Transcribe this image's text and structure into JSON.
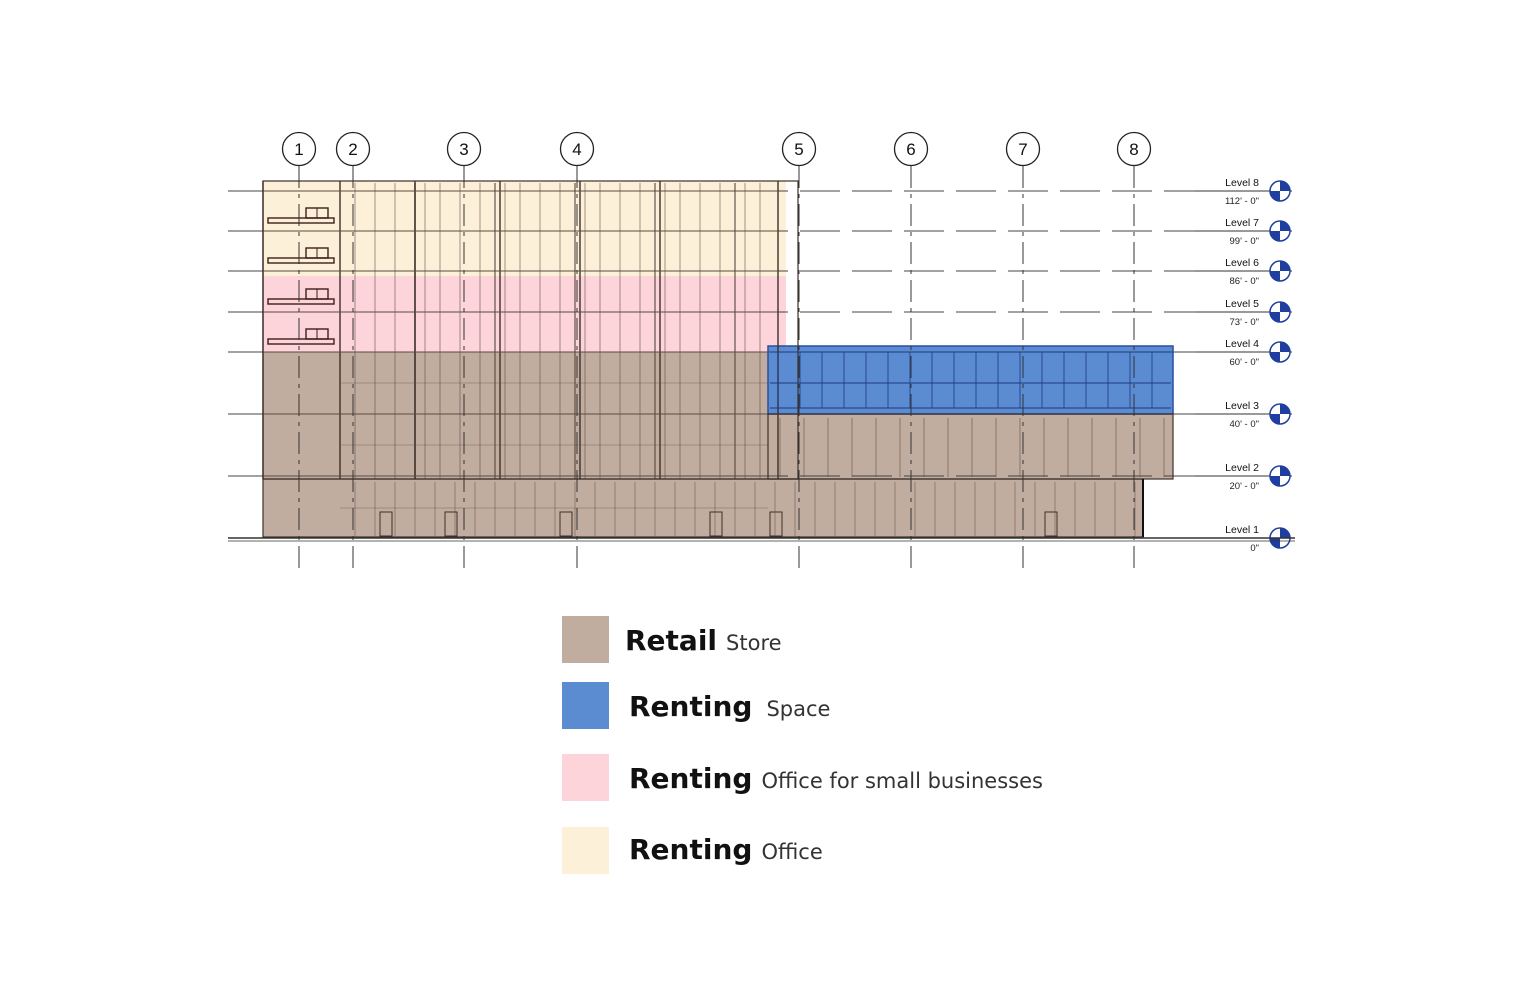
{
  "grids": [
    "1",
    "2",
    "3",
    "4",
    "5",
    "6",
    "7",
    "8"
  ],
  "levels": [
    {
      "name": "Level 8",
      "elevation": "112' - 0\""
    },
    {
      "name": "Level 7",
      "elevation": "99' - 0\""
    },
    {
      "name": "Level 6",
      "elevation": "86' - 0\""
    },
    {
      "name": "Level 5",
      "elevation": "73' - 0\""
    },
    {
      "name": "Level 4",
      "elevation": "60' - 0\""
    },
    {
      "name": "Level 3",
      "elevation": "40' - 0\""
    },
    {
      "name": "Level 2",
      "elevation": "20' - 0\""
    },
    {
      "name": "Level 1",
      "elevation": "0\""
    }
  ],
  "legend": [
    {
      "title": "Retail",
      "description": "Store",
      "color": "#c1ad9f"
    },
    {
      "title": "Renting",
      "description": "Space",
      "color": "#5b8bd0"
    },
    {
      "title": "Renting",
      "description": "Office for small businesses",
      "color": "#fdd4d9"
    },
    {
      "title": "Renting",
      "description": "Office",
      "color": "#fdf0d9"
    }
  ],
  "colors": {
    "retail": "#c1ad9f",
    "renting_space": "#5b8bd0",
    "renting_small_office": "#fdd4d9",
    "renting_office": "#fdf0d9",
    "level_marker": "#1f3fa0",
    "line": "#333333"
  }
}
